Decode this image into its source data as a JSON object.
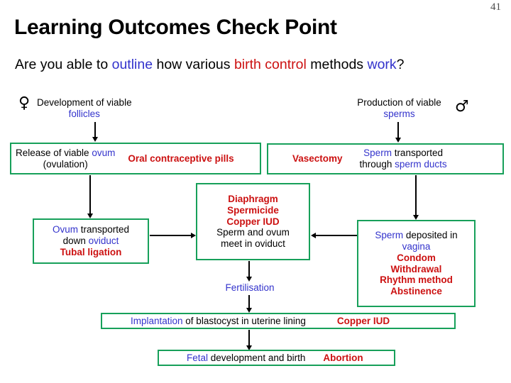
{
  "slide": {
    "page_number": "41",
    "title": "Learning Outcomes Check Point",
    "subtitle": {
      "seg1": "Are you able to ",
      "seg2_blue": "outline",
      "seg3": " how various ",
      "seg4_red": "birth control",
      "seg5": " methods ",
      "seg6_blue": "work",
      "seg7": "?"
    }
  },
  "symbols": {
    "female": "♀",
    "female_name": "female-symbol",
    "male": "♂",
    "male_name": "male-symbol"
  },
  "captions": {
    "female_start_line1": "Development  of viable",
    "female_start_line2_blue": "follicles",
    "male_start_line1": "Production of viable",
    "male_start_line2_blue": "sperms",
    "fertilisation_blue": "Fertilisation"
  },
  "boxes": {
    "ovulation": {
      "line1_a": "Release of viable ",
      "line1_blue": "ovum",
      "line2": "(ovulation)",
      "method_red": "Oral contraceptive pills"
    },
    "sperm_transport": {
      "method_red": "Vasectomy",
      "line1_blue": "Sperm",
      "line1_b": " transported",
      "line2_a": "through ",
      "line2_blue": "sperm ducts"
    },
    "ovum_transport": {
      "line1_blue": "Ovum",
      "line1_b": " transported",
      "line2_a": "down ",
      "line2_blue": "oviduct",
      "method_red": "Tubal ligation"
    },
    "meeting": {
      "method1_red": "Diaphragm",
      "method2_red": "Spermicide",
      "method3_red": "Copper IUD",
      "line1": "Sperm and ovum",
      "line2": "meet in oviduct"
    },
    "sperm_deposit": {
      "line1_blue": "Sperm",
      "line1_b": " deposited in",
      "line2_blue": "vagina",
      "method1_red": "Condom",
      "method2_red": "Withdrawal",
      "method3_red": "Rhythm method",
      "method4_red": "Abstinence"
    },
    "implantation": {
      "line1_blue": "Implantation",
      "line1_b": " of blastocyst in uterine lining",
      "method_red": "Copper IUD"
    },
    "fetal": {
      "line1_blue": "Fetal",
      "line1_b": " development and birth",
      "method_red": "Abortion"
    }
  },
  "colors": {
    "box_border_green": "#17a05a",
    "highlight_blue": "#3333cc",
    "method_red": "#cc1111",
    "arrow_black": "#000000"
  }
}
